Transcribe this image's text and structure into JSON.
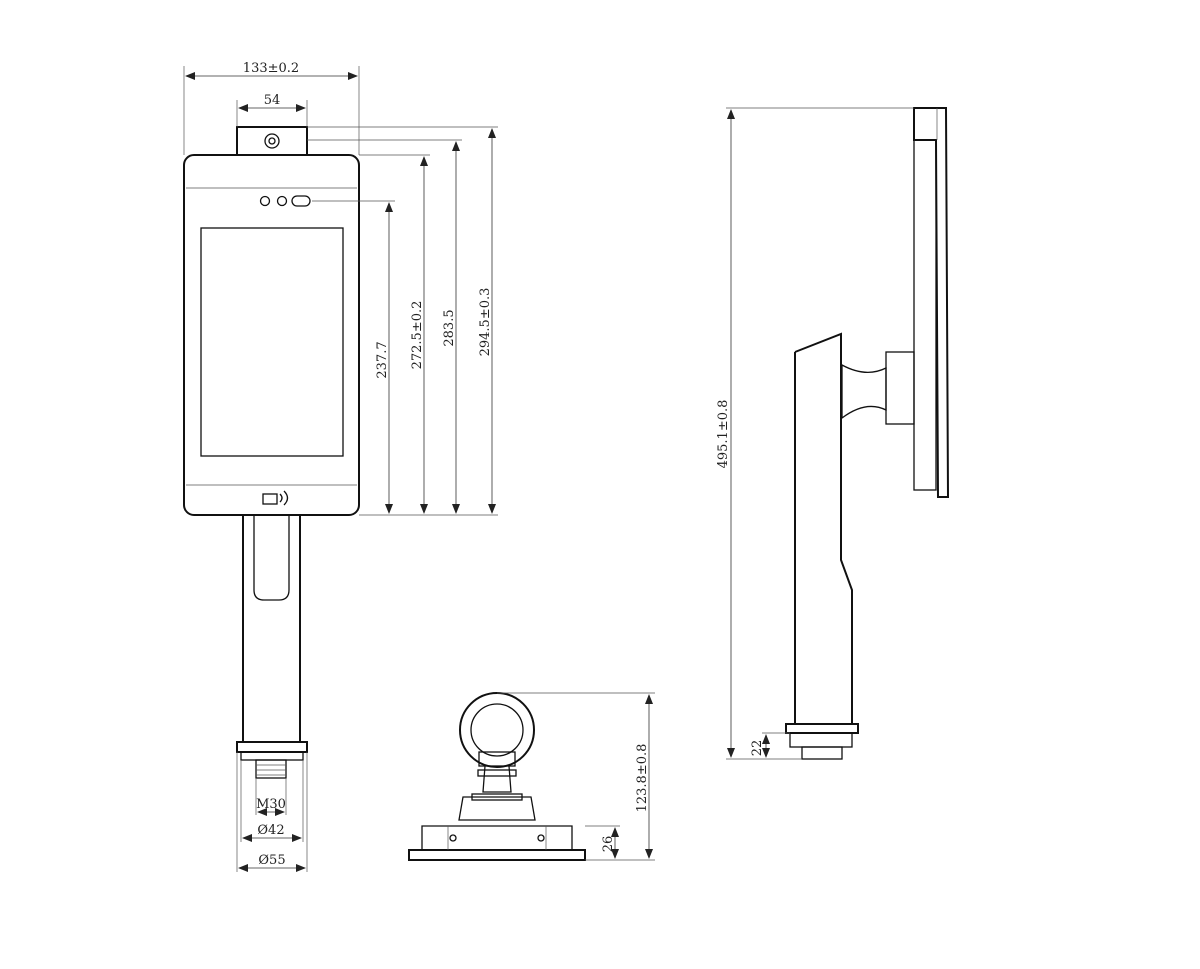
{
  "drawing": {
    "front": {
      "width": "133±0.2",
      "camera_width": "54",
      "heights": [
        "237.7",
        "272.5±0.2",
        "283.5",
        "294.5±0.3"
      ],
      "thread": "M30",
      "diameter_inner": "Ø42",
      "diameter_outer": "Ø55"
    },
    "top": {
      "height": "123.8±0.8",
      "base_height": "26"
    },
    "side": {
      "total_height": "495.1±0.8",
      "base_height": "22"
    },
    "icons": [
      "nfc-card-icon",
      "camera-lens-icon"
    ]
  }
}
